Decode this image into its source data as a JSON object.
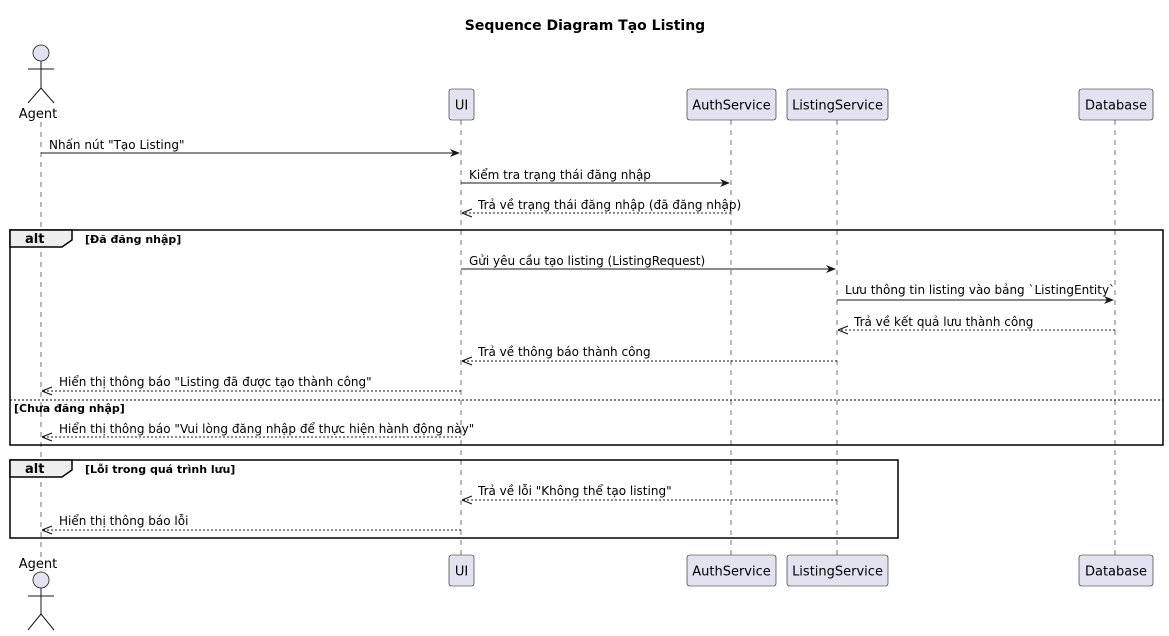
{
  "title": "Sequence Diagram Tạo Listing",
  "participants": [
    {
      "id": "agent",
      "label": "Agent",
      "kind": "actor"
    },
    {
      "id": "ui",
      "label": "UI",
      "kind": "participant"
    },
    {
      "id": "auth",
      "label": "AuthService",
      "kind": "participant"
    },
    {
      "id": "listing",
      "label": "ListingService",
      "kind": "participant"
    },
    {
      "id": "db",
      "label": "Database",
      "kind": "participant"
    }
  ],
  "messages": [
    {
      "from": "agent",
      "to": "ui",
      "text": "Nhấn nút \"Tạo Listing\"",
      "kind": "sync"
    },
    {
      "from": "ui",
      "to": "auth",
      "text": "Kiểm tra trạng thái đăng nhập",
      "kind": "sync"
    },
    {
      "from": "auth",
      "to": "ui",
      "text": "Trả về trạng thái đăng nhập (đã đăng nhập)",
      "kind": "return"
    },
    {
      "from": "ui",
      "to": "listing",
      "text": "Gửi yêu cầu tạo listing (ListingRequest)",
      "kind": "sync"
    },
    {
      "from": "listing",
      "to": "db",
      "text": "Lưu thông tin listing vào bảng `ListingEntity`",
      "kind": "sync"
    },
    {
      "from": "db",
      "to": "listing",
      "text": "Trả về kết quả lưu thành công",
      "kind": "return"
    },
    {
      "from": "listing",
      "to": "ui",
      "text": "Trả về thông báo thành công",
      "kind": "return"
    },
    {
      "from": "ui",
      "to": "agent",
      "text": "Hiển thị thông báo \"Listing đã được tạo thành công\"",
      "kind": "return"
    },
    {
      "from": "ui",
      "to": "agent",
      "text": "Hiển thị thông báo \"Vui lòng đăng nhập để thực hiện hành động này\"",
      "kind": "return"
    },
    {
      "from": "listing",
      "to": "ui",
      "text": "Trả về lỗi \"Không thể tạo listing\"",
      "kind": "return"
    },
    {
      "from": "ui",
      "to": "agent",
      "text": "Hiển thị thông báo lỗi",
      "kind": "return"
    }
  ],
  "fragments": [
    {
      "keyword": "alt",
      "guard": "[Đã đăng nhập]",
      "else_guard": "[Chưa đăng nhập]"
    },
    {
      "keyword": "alt",
      "guard": "[Lỗi trong quá trình lưu]"
    }
  ],
  "colors": {
    "participant_fill": "#E2E2F0",
    "stroke": "#181818",
    "fragment_tab": "#EEEEEE"
  }
}
